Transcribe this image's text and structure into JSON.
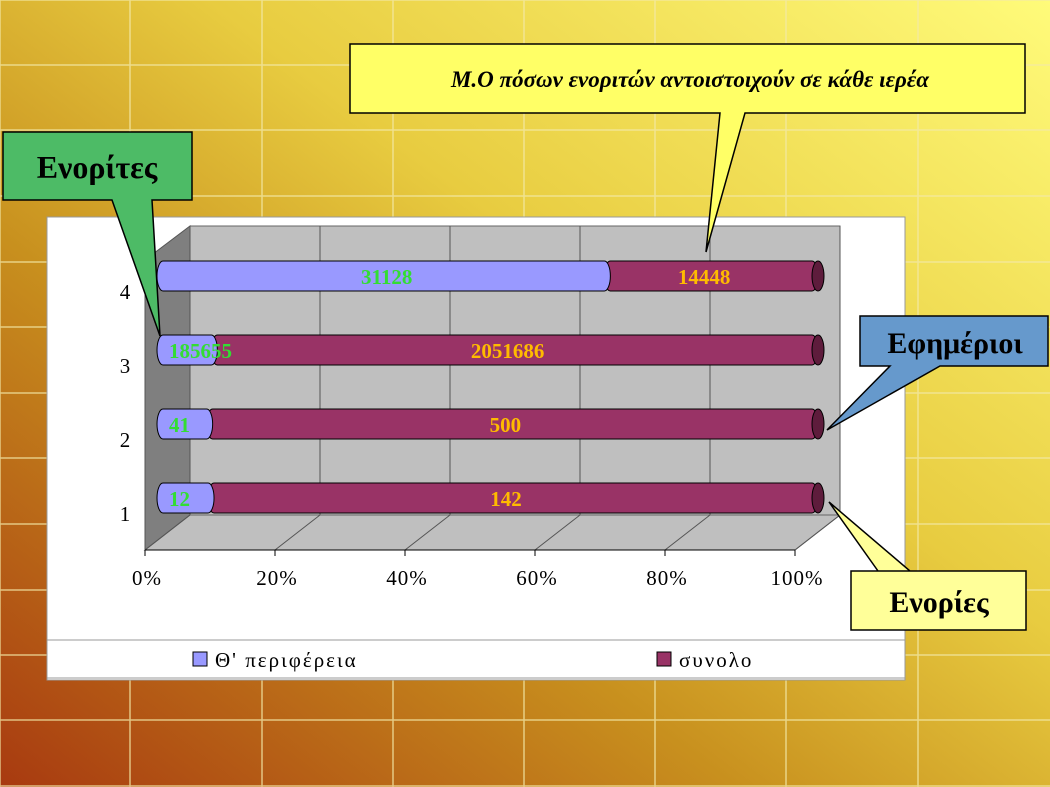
{
  "chart_data": {
    "type": "bar",
    "orientation": "horizontal",
    "stacked": "percent",
    "categories": [
      "1",
      "2",
      "3",
      "4"
    ],
    "series": [
      {
        "name": "Θ' περιφέρεια",
        "values": [
          12,
          41,
          185655,
          31128
        ],
        "color": "#9999ff",
        "label_color": "#33dd33"
      },
      {
        "name": "συνολο",
        "values": [
          142,
          500,
          2051686,
          14448
        ],
        "color": "#993366",
        "label_color": "#ffbb00"
      }
    ],
    "x_ticks": [
      "0%",
      "20%",
      "40%",
      "60%",
      "80%",
      "100%"
    ],
    "xlim": [
      0,
      100
    ],
    "grid": true,
    "legend_position": "bottom",
    "annotations": [
      {
        "id": "callout-ierea",
        "text": "Μ.Ο πόσων ενοριτών αντοιστοιχούν σε κάθε ιερέα",
        "color": "#ffff66"
      },
      {
        "id": "callout-enorites",
        "text": "Ενορίτες",
        "color": "#4dbb66"
      },
      {
        "id": "callout-efimerioi",
        "text": "Εφημέριοι",
        "color": "#6699cc"
      },
      {
        "id": "callout-enories",
        "text": "Ενορίες",
        "color": "#ffff99"
      }
    ]
  }
}
